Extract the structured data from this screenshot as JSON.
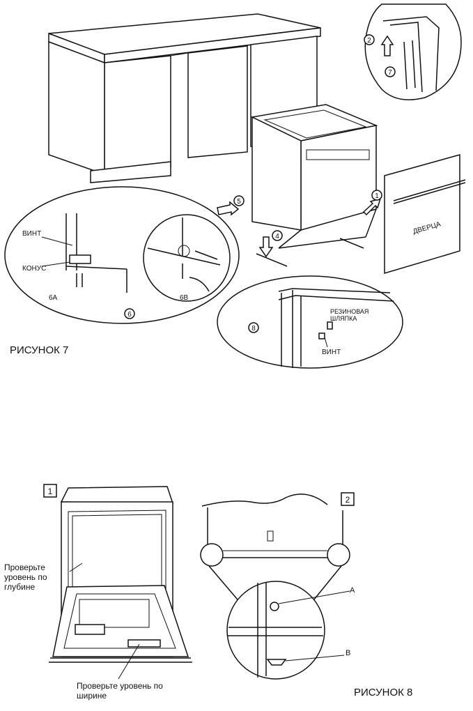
{
  "figure7": {
    "caption": "РИСУНОК 7",
    "labels": {
      "screw_left": "ВИНТ",
      "cone": "КОНУС",
      "detail_6a": "6А",
      "detail_6b": "6В",
      "door": "ДВЕРЦА",
      "rubber_cap": "РЕЗИНОВАЯ ШЛЯПКА",
      "screw_right": "ВИНТ"
    },
    "steps": [
      "1",
      "2",
      "4",
      "5",
      "6",
      "7",
      "8"
    ]
  },
  "figure8": {
    "caption": "РИСУНОК 8",
    "panel1": {
      "number": "1",
      "check_depth": "Проверьте уровень по глубине",
      "check_width": "Проверьте уровень по ширине"
    },
    "panel2": {
      "number": "2",
      "label_a": "A",
      "label_b": "B"
    }
  }
}
